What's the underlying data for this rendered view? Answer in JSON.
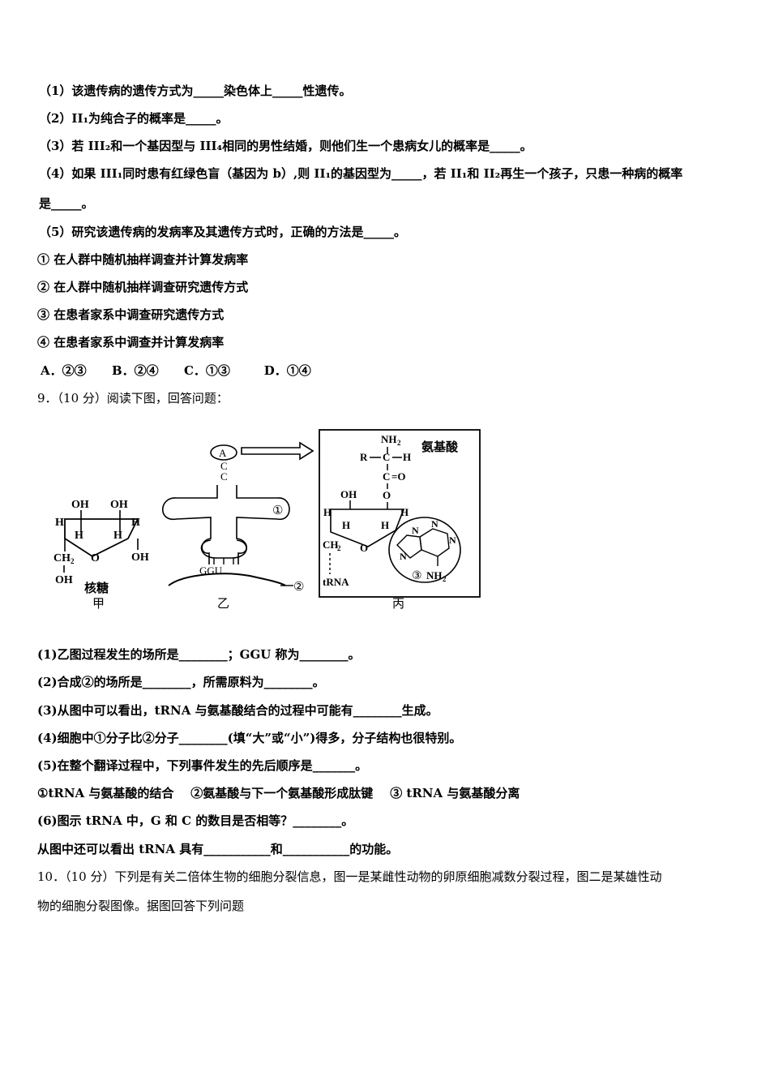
{
  "q8": {
    "p1": "（1）该遗传病的遗传方式为_____染色体上_____性遗传。",
    "p2": "（2）II₁为纯合子的概率是_____。",
    "p3": "（3）若 III₂和一个基因型与 III₄相同的男性结婚，则他们生一个患病女儿的概率是_____。",
    "p4a": "（4）如果 III₁同时患有红绿色盲（基因为 b）,则 II₁的基因型为_____，若 II₁和 II₂再生一个孩子，只患一种病的概率",
    "p4b": "是_____。",
    "p5": "（5）研究该遗传病的发病率及其遗传方式时，正确的方法是_____。",
    "o1": "① 在人群中随机抽样调查并计算发病率",
    "o2": "② 在人群中随机抽样调查研究遗传方式",
    "o3": "③ 在患者家系中调查研究遗传方式",
    "o4": "④ 在患者家系中调查并计算发病率",
    "choices": "A．②③      B．②④      C．①③        D．①④"
  },
  "q9": {
    "title": "9．（10 分）阅读下图，回答问题：",
    "figure": {
      "jia_label": "甲",
      "ribose": "核糖",
      "yi_label": "乙",
      "bing_label": "丙",
      "amino_acid": "氨基酸",
      "trna": "tRNA",
      "ggu": "GGU",
      "acc_a": "A",
      "acc_c1": "C",
      "acc_c2": "C",
      "m1": "①",
      "m2": "②",
      "m3": "③",
      "oh": "OH",
      "h": "H",
      "ch2": "CH",
      "o": "O",
      "nh2": "NH",
      "r": "R",
      "c": "C",
      "n": "N",
      "sub2": "2",
      "eq_o": "=O"
    },
    "p1": "(1)乙图过程发生的场所是________；GGU 称为________。",
    "p2": "(2)合成②的场所是________，所需原料为________。",
    "p3": "(3)从图中可以看出，tRNA 与氨基酸结合的过程中可能有________生成。",
    "p4": "(4)细胞中①分子比②分子________(填“大”或“小”)得多，分子结构也很特别。",
    "p5": "(5)在整个翻译过程中，下列事件发生的先后顺序是_______。",
    "p5opts": "①tRNA 与氨基酸的结合    ②氨基酸与下一个氨基酸形成肽键    ③ tRNA 与氨基酸分离",
    "p6": "(6)图示 tRNA 中，G 和 C 的数目是否相等？________。",
    "p7": "从图中还可以看出 tRNA 具有___________和___________的功能。"
  },
  "q10": {
    "l1": "10．（10 分）下列是有关二倍体生物的细胞分裂信息，图一是某雌性动物的卵原细胞减数分裂过程，图二是某雄性动",
    "l2": "物的细胞分裂图像。据图回答下列问题"
  }
}
